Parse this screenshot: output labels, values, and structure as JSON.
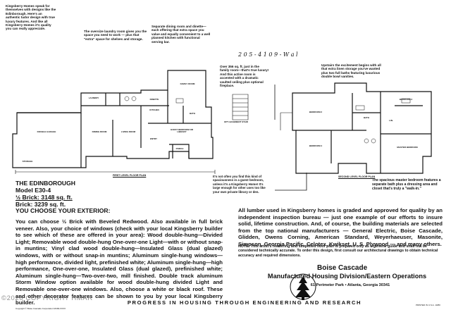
{
  "captions": {
    "intro": "Kingsberry Homes speak for themselves with designs like the Edinborough. Here's an authentic tudor design with true luxury features. And like all Kingsberry Homes it's quality you can really appreciate.",
    "laundry": "The oversize laundry room gives you the space you need to work — plus that \"extra\" space for shelves and storage.",
    "dining": "Separate dining room and dinette—each offering that extra space you value and equally convenient to a well planned kitchen with functional serving bar.",
    "family": "Over 356 sq. ft. just in the family room—that's true luxury! And this active room is accented with a dramatic vaulted ceiling plus optional fireplace.",
    "upstairs": "Upstairs the excitement begins with all that extra linen storage you've wanted plus two full baths featuring luxurious double bowl vanities.",
    "guest": "It's not often you find this kind of spaciousness in a guest bedroom, unless it's a Kingsberry Home! It's large enough for other uses too like your own private library or den.",
    "master": "The spacious master bedroom features a separate bath plus a dressing area and closet that's truly a \"walk-in.\""
  },
  "handwritten": "2 0 5 - 4 1 0 9 -   W a l",
  "plan_labels": {
    "first_floor": "FIRST LEVEL FLOOR PLAN",
    "second_floor": "SECOND LEVEL FLOOR PLAN",
    "basement": "OPT. BASEMENT STAIR",
    "garage": "DOUBLE GARAGE",
    "storage": "STORAGE",
    "laundry": "LAUNDRY",
    "dining": "DINING ROOM",
    "living": "LIVING ROOM",
    "family": "FAMILY ROOM",
    "kitchen": "KITCHEN",
    "dinette": "DINETTE",
    "guest": "GUEST BEDROOM OR LIBRARY",
    "entry": "ENTRY",
    "porch": "PORCH",
    "bath": "BATH",
    "bedroom2": "BEDROOM 2",
    "bedroom3": "BEDROOM 3",
    "bedroom4": "BEDROOM 4",
    "master": "MASTER BEDROOM",
    "linen": "LIN."
  },
  "model": {
    "name": "THE EDINBOROUGH",
    "number": "Model E30-4",
    "half_brick": "½ Brick: 3148 sq. ft.",
    "brick": "Brick: 3239 sq. ft."
  },
  "exterior": {
    "heading": "YOU CHOOSE YOUR EXTERIOR:",
    "body": "You can choose ½ Brick with Beveled Redwood. Also available in full brick veneer. Also, your choice of windows (check with your local Kingsberry builder to see which of these are offered in your area): Wood double-hung—Divided Light; Removable wood double-hung One-over-one Light—with or without snap-in muntins; Vinyl clad wood double-hung—Insulated Glass (dual glazed) windows, with or without snap-in muntins; Aluminum single-hung windows—high performance, divided light, prefinished white; Aluminum single-hung—high performance, One-over-one, Insulated Glass (dual glazed), prefinished white; Aluminum single-hung—Two-over-two, mill finished. Double track aluminum Storm Window option available for wood double-hung divided Light and Removable one-over-one windows. Also, choose a white or black roof. These and other decorator features can be shown to you by your local Kingsberry builder."
  },
  "quality": {
    "body": "All lumber used in Kingsberry homes is graded and approved for quality by an independent inspection bureau — just one example of our efforts to insure solid, lifetime construction. And, of course, the building materials are selected from the top national manufacturers — General Electric, Boise Cascade, Glidden, Owens Corning, American Standard, Weyerhaeuser, Masonite, Simpson, Georgia Pacific, Celotex, Kwikset, U. S. Plywood — and many others.",
    "note": "NOTE: This artist's rendering and simplified floor plan is prepared only as a general guide and shall not be considered technically accurate. To order this design, first consult our architectural drawings to obtain technical accuracy and required dimensions."
  },
  "company": {
    "name": "Boise Cascade",
    "division": "Manufactured Housing Division/Eastern Operations",
    "address": "61 Perimeter Park  •  Atlanta, Georgia 30341",
    "tagline": "PROGRESS IN HOUSING THROUGH ENGINEERING AND RESEARCH",
    "small_print_left": "Copyright © Boise Cascade Corporation MCMLXXXX",
    "small_print_right": "PRINTED IN U.S.A. 10/80"
  },
  "watermark": "©2026 COPYRIGHT HMAR"
}
